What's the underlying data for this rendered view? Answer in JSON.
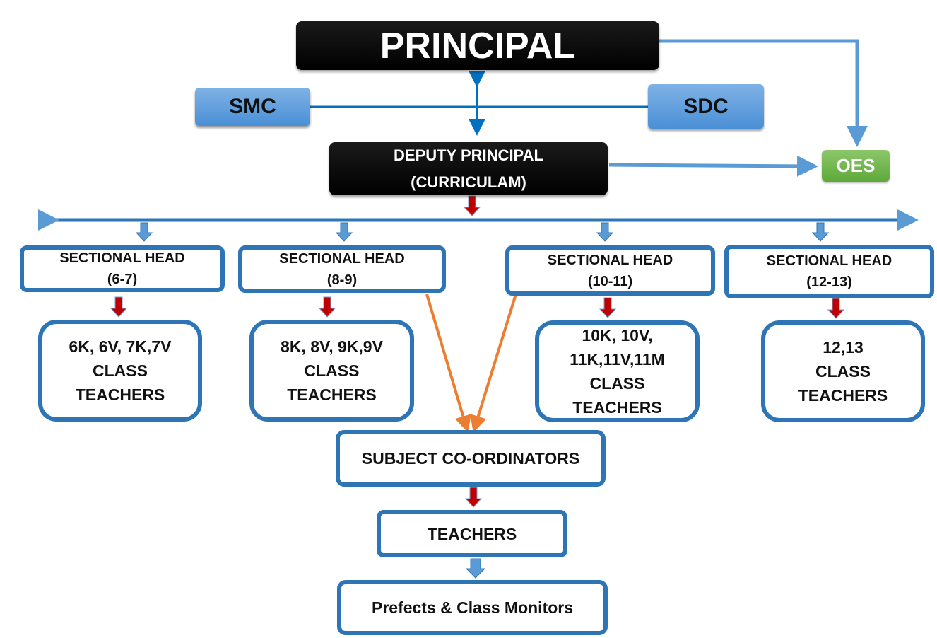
{
  "principal": "PRINCIPAL",
  "smc": "SMC",
  "sdc": "SDC",
  "deputy": {
    "line1": "DEPUTY PRINCIPAL",
    "line2": "(CURRICULAM)"
  },
  "oes": "OES",
  "sections": [
    {
      "title": "SECTIONAL HEAD",
      "range": "(6-7)",
      "classes": [
        "6K, 6V, 7K,7V",
        "CLASS",
        "TEACHERS"
      ]
    },
    {
      "title": "SECTIONAL HEAD",
      "range": "(8-9)",
      "classes": [
        "8K, 8V, 9K,9V",
        "CLASS",
        "TEACHERS"
      ]
    },
    {
      "title": "SECTIONAL HEAD",
      "range": "(10-11)",
      "classes": [
        "10K, 10V,",
        "11K,11V,11M",
        "CLASS",
        "TEACHERS"
      ]
    },
    {
      "title": "SECTIONAL HEAD",
      "range": "(12-13)",
      "classes": [
        "12,13",
        "CLASS",
        "TEACHERS"
      ]
    }
  ],
  "subject_coordinators": "SUBJECT CO-ORDINATORS",
  "teachers": "TEACHERS",
  "prefects": "Prefects & Class Monitors",
  "colors": {
    "outline": "#2e75b6",
    "red_arrow": "#c00000",
    "orange": "#ed7d31",
    "light_blue": "#5b9bd5",
    "green": "#70ad47"
  }
}
